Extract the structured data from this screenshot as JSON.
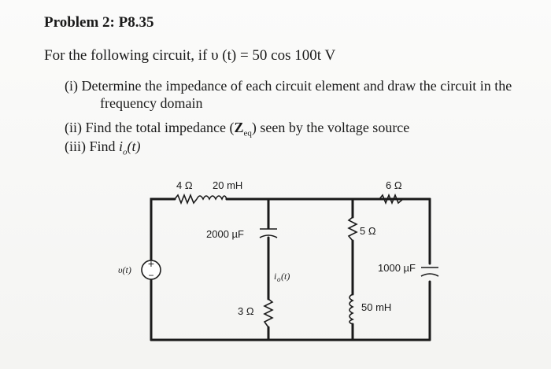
{
  "problem": {
    "title": "Problem 2: P8.35",
    "intro": "For the following circuit, if υ (t) = 50 cos 100t V",
    "items": [
      {
        "num": "(i)",
        "text": "Determine the impedance of each circuit element and draw the circuit in the",
        "text2": "frequency domain"
      },
      {
        "num": "(ii)",
        "text_a": "Find the total impedance (",
        "bold": "Z",
        "sub": "eq",
        "text_b": ") seen by the voltage source"
      },
      {
        "num": "(iii)",
        "text_a": "Find ",
        "var": "i",
        "sub": "o",
        "text_b": "(t)"
      }
    ]
  },
  "circuit": {
    "labels": {
      "r4": "4 Ω",
      "l20": "20 mH",
      "r6": "6 Ω",
      "c2000": "2000 µF",
      "r5": "5 Ω",
      "source": "υ(t)",
      "io": "i",
      "io_sub": "o",
      "io_t": "(t)",
      "c1000": "1000 µF",
      "r3": "3 Ω",
      "l50": "50 mH"
    },
    "source_plus": "+",
    "source_minus": "−"
  }
}
